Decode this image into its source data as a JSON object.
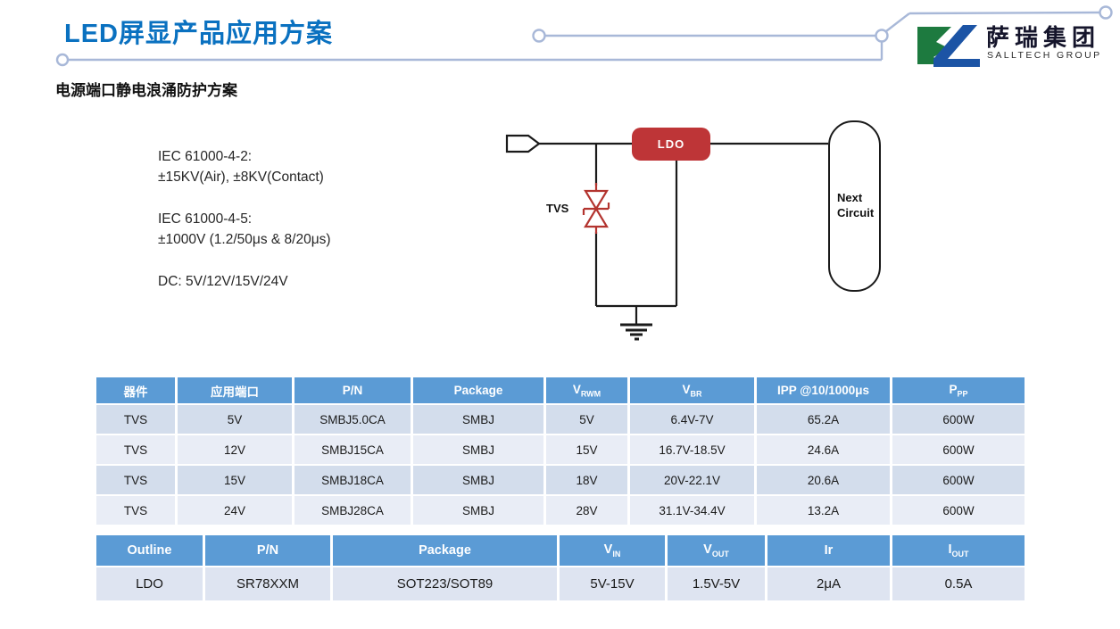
{
  "page": {
    "title": "LED屏显产品应用方案",
    "subtitle": "电源端口静电浪涌防护方案"
  },
  "logo": {
    "name_cn": "萨瑞集团",
    "name_en": "SALLTECH GROUP"
  },
  "specs": {
    "line1": "IEC 61000-4-2:",
    "line2": "±15KV(Air), ±8KV(Contact)",
    "line3": "IEC 61000-4-5:",
    "line4": "±1000V  (1.2/50μs & 8/20μs)",
    "line5": "DC:  5V/12V/15V/24V"
  },
  "diagram": {
    "tvs_label": "TVS",
    "ldo_label": "LDO",
    "next_circuit_label": "Next Circuit"
  },
  "tvs_table": {
    "headers": [
      {
        "main": "器件",
        "sub": ""
      },
      {
        "main": "应用端口",
        "sub": ""
      },
      {
        "main": "P/N",
        "sub": ""
      },
      {
        "main": "Package",
        "sub": ""
      },
      {
        "main": "V",
        "sub": "RWM"
      },
      {
        "main": "V",
        "sub": "BR"
      },
      {
        "main": "IPP @10/1000μs",
        "sub": ""
      },
      {
        "main": "P",
        "sub": "PP"
      }
    ],
    "rows": [
      [
        "TVS",
        "5V",
        "SMBJ5.0CA",
        "SMBJ",
        "5V",
        "6.4V-7V",
        "65.2A",
        "600W"
      ],
      [
        "TVS",
        "12V",
        "SMBJ15CA",
        "SMBJ",
        "15V",
        "16.7V-18.5V",
        "24.6A",
        "600W"
      ],
      [
        "TVS",
        "15V",
        "SMBJ18CA",
        "SMBJ",
        "18V",
        "20V-22.1V",
        "20.6A",
        "600W"
      ],
      [
        "TVS",
        "24V",
        "SMBJ28CA",
        "SMBJ",
        "28V",
        "31.1V-34.4V",
        "13.2A",
        "600W"
      ]
    ]
  },
  "ldo_table": {
    "headers": [
      {
        "main": "Outline",
        "sub": ""
      },
      {
        "main": "P/N",
        "sub": ""
      },
      {
        "main": "Package",
        "sub": ""
      },
      {
        "main": "V",
        "sub": "IN"
      },
      {
        "main": "V",
        "sub": "OUT"
      },
      {
        "main": "Ir",
        "sub": ""
      },
      {
        "main": "I",
        "sub": "OUT"
      }
    ],
    "rows": [
      [
        "LDO",
        "SR78XXM",
        "SOT223/SOT89",
        "5V-15V",
        "1.5V-5V",
        "2μA",
        "0.5A"
      ]
    ]
  },
  "colors": {
    "title_blue": "#0a71c0",
    "table_header_blue": "#5b9bd5",
    "row_band_dark": "#d3ddec",
    "row_band_light": "#e9edf6",
    "ldo_red": "#be3537",
    "decor_line": "#a8b8d8",
    "logo_green": "#1d7a3f",
    "logo_blue": "#1c54a5"
  }
}
